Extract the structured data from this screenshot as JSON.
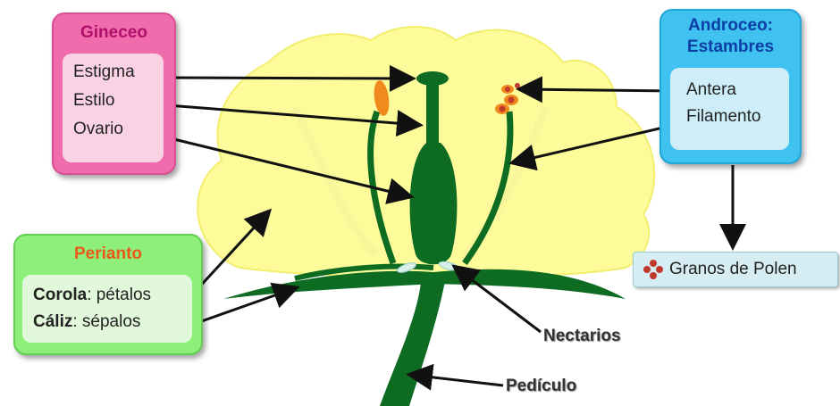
{
  "colors": {
    "petal": "#fdfb9a",
    "plant_green": "#0e6b22",
    "anther": "#f08a1c",
    "pollen": "#c0392b",
    "gineceo_box": "#f06cad",
    "androceo_box": "#3fc2ef",
    "perianto_box": "#8ef07a"
  },
  "gineceo": {
    "title": "Gineceo",
    "items": [
      "Estigma",
      "Estilo",
      "Ovario"
    ]
  },
  "androceo": {
    "title_line1": "Androceo:",
    "title_line2": "Estambres",
    "items": [
      "Antera",
      "Filamento"
    ]
  },
  "polen": {
    "label": "Granos de Polen",
    "icon": "pollen-cluster-icon"
  },
  "perianto": {
    "title": "Perianto",
    "corola_term": "Corola",
    "corola_desc": ": pétalos",
    "caliz_term": "Cáliz",
    "caliz_desc": ": sépalos"
  },
  "labels": {
    "nectarios": "Nectarios",
    "pediculo": "Pedículo"
  }
}
